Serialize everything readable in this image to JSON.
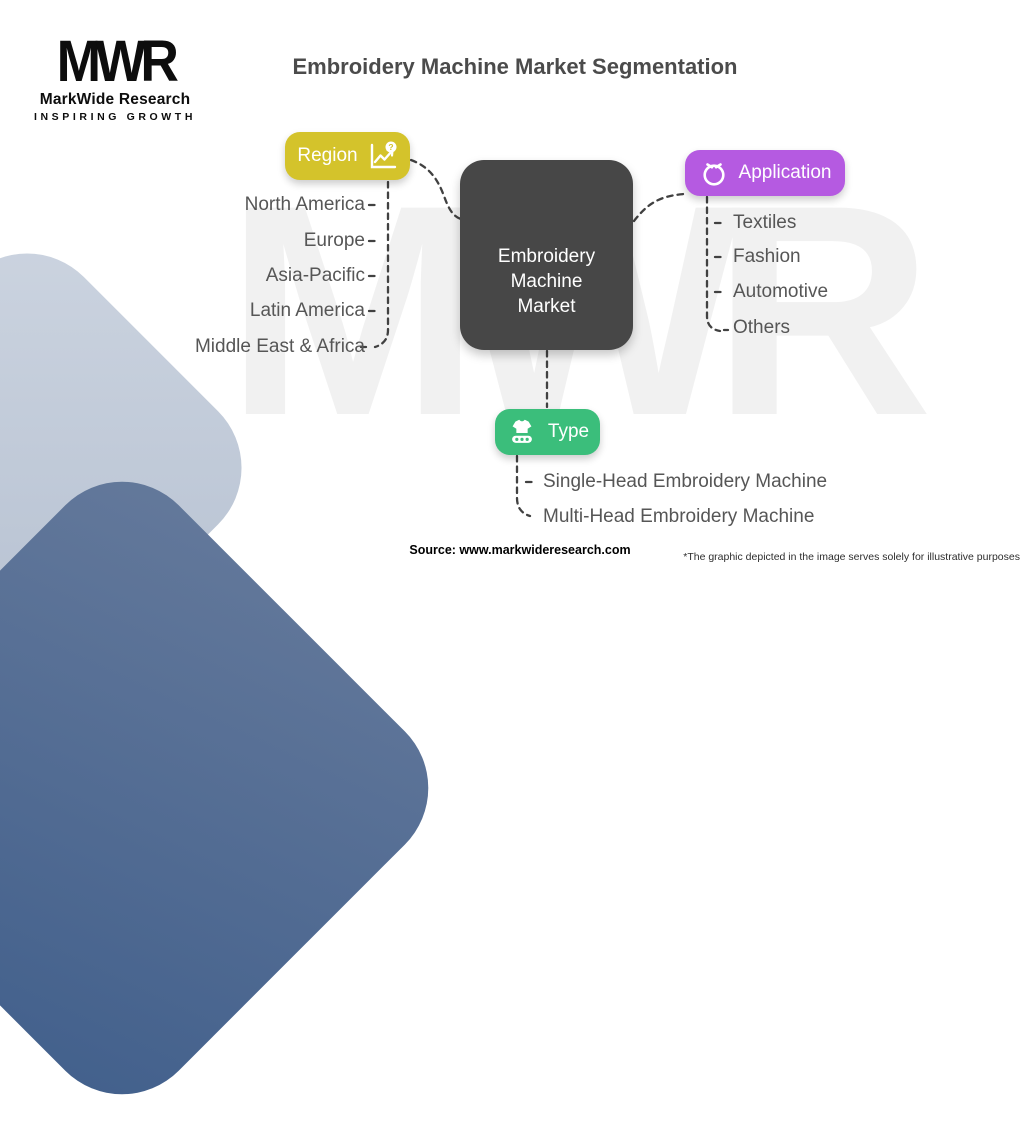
{
  "brand": {
    "logo_text": "MWR",
    "name": "MarkWide Research",
    "tagline": "INSPIRING GROWTH"
  },
  "title": "Embroidery Machine Market Segmentation",
  "watermark": {
    "text": "MWR"
  },
  "center": {
    "lines": [
      "Embroidery",
      "Machine",
      "Market"
    ]
  },
  "branches": {
    "region": {
      "label": "Region",
      "color": "#d4c32b",
      "icon": "chart-question-icon",
      "items": [
        "North America",
        "Europe",
        "Asia-Pacific",
        "Latin America",
        "Middle East & Africa"
      ]
    },
    "application": {
      "label": "Application",
      "color": "#b55ae1",
      "icon": "stopwatch-icon",
      "items": [
        "Textiles",
        "Fashion",
        "Automotive",
        "Others"
      ]
    },
    "type": {
      "label": "Type",
      "color": "#3bbe7b",
      "icon": "embroidery-machine-icon",
      "items": [
        "Single-Head Embroidery Machine",
        "Multi-Head Embroidery Machine"
      ]
    }
  },
  "footer": {
    "source": "Source: www.markwideresearch.com",
    "disclaimer": "*The graphic depicted in the image serves solely for illustrative purposes"
  }
}
